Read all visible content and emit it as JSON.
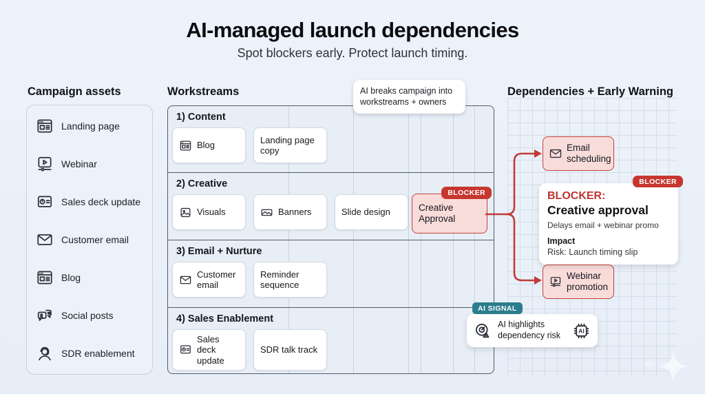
{
  "page": {
    "title": "AI-managed launch dependencies",
    "subtitle": "Spot blockers early. Protect launch timing."
  },
  "campaign_assets": {
    "heading": "Campaign assets",
    "items": [
      {
        "label": "Landing page",
        "icon": "browser-icon"
      },
      {
        "label": "Webinar",
        "icon": "video-player-icon"
      },
      {
        "label": "Sales deck update",
        "icon": "slide-deck-icon"
      },
      {
        "label": "Customer email",
        "icon": "envelope-icon"
      },
      {
        "label": "Blog",
        "icon": "browser-icon"
      },
      {
        "label": "Social posts",
        "icon": "social-chat-icon"
      },
      {
        "label": "SDR enablement",
        "icon": "headset-agent-icon"
      }
    ]
  },
  "workstreams": {
    "heading": "Workstreams",
    "tooltip": "AI breaks campaign into workstreams + owners",
    "rows": [
      {
        "label": "1) Content",
        "cards": [
          {
            "label": "Blog",
            "icon": "browser-icon"
          },
          {
            "label": "Landing page copy"
          }
        ]
      },
      {
        "label": "2) Creative",
        "cards": [
          {
            "label": "Visuals",
            "icon": "image-icon"
          },
          {
            "label": "Banners",
            "icon": "banner-icon"
          },
          {
            "label": "Slide design"
          },
          {
            "label": "Creative Approval",
            "badge": "BLOCKER",
            "type": "blocker"
          }
        ]
      },
      {
        "label": "3) Email + Nurture",
        "cards": [
          {
            "label": "Customer email",
            "icon": "envelope-icon"
          },
          {
            "label": "Reminder sequence"
          }
        ]
      },
      {
        "label": "4) Sales Enablement",
        "cards": [
          {
            "label": "Sales deck update",
            "icon": "slide-deck-icon"
          },
          {
            "label": "SDR talk track"
          }
        ]
      }
    ]
  },
  "dependencies": {
    "heading": "Dependencies + Early Warning",
    "email_node": {
      "label": "Email scheduling",
      "icon": "envelope-icon"
    },
    "webinar_node": {
      "label": "Webinar promotion",
      "icon": "screen-play-icon"
    },
    "blocker_detail": {
      "badge": "BLOCKER",
      "title_prefix": "BLOCKER:",
      "title": "Creative approval",
      "description": "Delays email + webinar promo",
      "impact_label": "Impact",
      "impact_text": "Risk: Launch timing slip"
    },
    "ai_signal": {
      "badge": "AI SIGNAL",
      "text": "AI highlights dependency risk"
    }
  },
  "colors": {
    "page_bg": "#e9f0f8",
    "accent_red": "#c23b36",
    "blocker_fill": "#f8dcda",
    "badge_red": "#c7362f",
    "teal": "#2c7d8d",
    "panel_border_dark": "#515b69",
    "grid_line": "#cdd7e3"
  }
}
